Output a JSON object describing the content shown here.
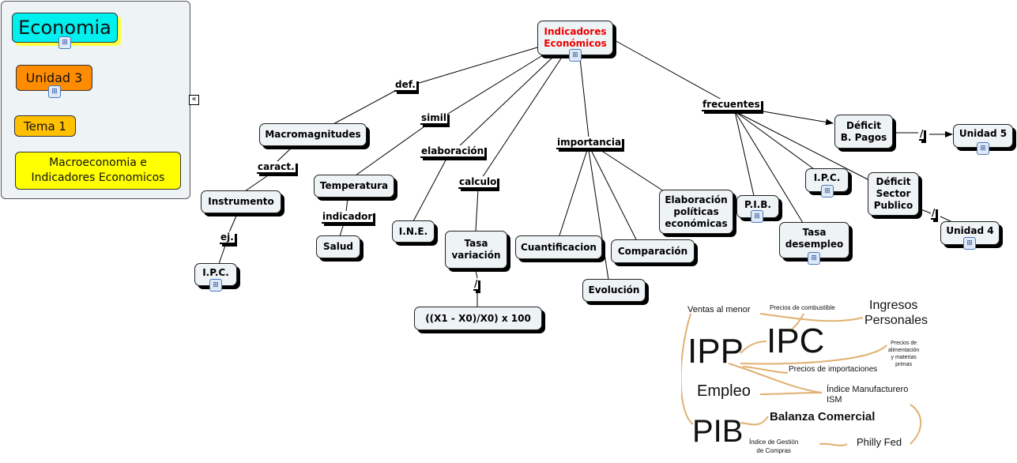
{
  "sidebar": {
    "economia": "Economia",
    "unidad3": "Unidad 3",
    "tema1": "Tema 1",
    "desc_line1": "Macroeconomia e",
    "desc_line2": "Indicadores Economicos",
    "collapse_icon": "double-chevron-left"
  },
  "map": {
    "root_line1": "Indicadores",
    "root_line2": "Económicos",
    "def": "def.",
    "simil": "simil",
    "elaboracion": "elaboración",
    "calculo": "calculo",
    "importancia": "importancia",
    "frecuentes": "frecuentes",
    "caract": "caract.",
    "ej": "ej.",
    "indicador": "indicador",
    "slash": "/",
    "macromagnitudes": "Macromagnitudes",
    "instrumento": "Instrumento",
    "ipc": "I.P.C.",
    "temperatura": "Temperatura",
    "salud": "Salud",
    "ine": "I.N.E.",
    "tasa_var1": "Tasa",
    "tasa_var2": "variación",
    "formula": "((X1 - X0)/X0) x 100",
    "cuantificacion": "Cuantificacion",
    "evolucion": "Evolución",
    "comparacion": "Comparación",
    "elab1": "Elaboración",
    "elab2": "políticas",
    "elab3": "económicas",
    "pib": "P.I.B.",
    "ipc2": "I.P.C.",
    "tasa_des1": "Tasa",
    "tasa_des2": "desempleo",
    "def_bp1": "Déficit",
    "def_bp2": "B. Pagos",
    "unidad5": "Unidad 5",
    "def_sp1": "Déficit",
    "def_sp2": "Sector",
    "def_sp3": "Publico",
    "unidad4": "Unidad 4",
    "map_icon": "concept-map-icon"
  },
  "image": {
    "ventas": "Ventas al menor",
    "combustible": "Precios de combustible",
    "ingresos1": "Ingresos",
    "ingresos2": "Personales",
    "ipp": "IPP",
    "ipc": "IPC",
    "alim1": "Precios de",
    "alim2": "alimentación",
    "alim3": "y materias",
    "alim4": "primas",
    "importaciones": "Precios de importaciones",
    "empleo": "Empleo",
    "ism1": "Índice Manufacturero",
    "ism2": "ISM",
    "balanza": "Balanza Comercial",
    "pib": "PIB",
    "gestion1": "Índice de Gestión",
    "gestion2": "de Compras",
    "philly": "Philly Fed"
  }
}
